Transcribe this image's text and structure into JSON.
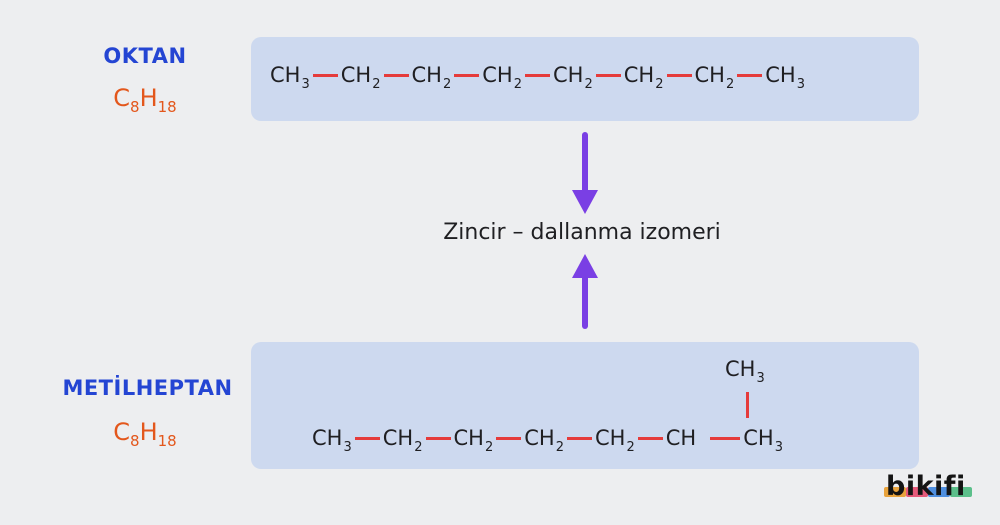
{
  "top": {
    "name": "OKTAN",
    "formula": {
      "c": "C",
      "c_sub": "8",
      "h": "H",
      "h_sub": "18"
    },
    "chain": [
      {
        "base": "CH",
        "sub": "3"
      },
      {
        "base": "CH",
        "sub": "2"
      },
      {
        "base": "CH",
        "sub": "2"
      },
      {
        "base": "CH",
        "sub": "2"
      },
      {
        "base": "CH",
        "sub": "2"
      },
      {
        "base": "CH",
        "sub": "2"
      },
      {
        "base": "CH",
        "sub": "2"
      },
      {
        "base": "CH",
        "sub": "3"
      }
    ]
  },
  "bottom": {
    "name": "METİLHEPTAN",
    "formula": {
      "c": "C",
      "c_sub": "8",
      "h": "H",
      "h_sub": "18"
    },
    "chain": [
      {
        "base": "CH",
        "sub": "3"
      },
      {
        "base": "CH",
        "sub": "2"
      },
      {
        "base": "CH",
        "sub": "2"
      },
      {
        "base": "CH",
        "sub": "2"
      },
      {
        "base": "CH",
        "sub": "2"
      },
      {
        "base": "CH",
        "sub": ""
      },
      {
        "base": "CH",
        "sub": "3"
      }
    ],
    "branch": {
      "base": "CH",
      "sub": "3"
    }
  },
  "relation_label": "Zincir – dallanma izomeri",
  "logo": {
    "text": "bikifi",
    "colors": [
      "#e8a33d",
      "#e55a7a",
      "#4f8fe0",
      "#5bbf8a"
    ]
  },
  "colors": {
    "name": "#2445d3",
    "formula": "#e3571c",
    "bond": "#e53b3b",
    "arrow": "#7a3fe4",
    "box": "#cdd9ef"
  }
}
